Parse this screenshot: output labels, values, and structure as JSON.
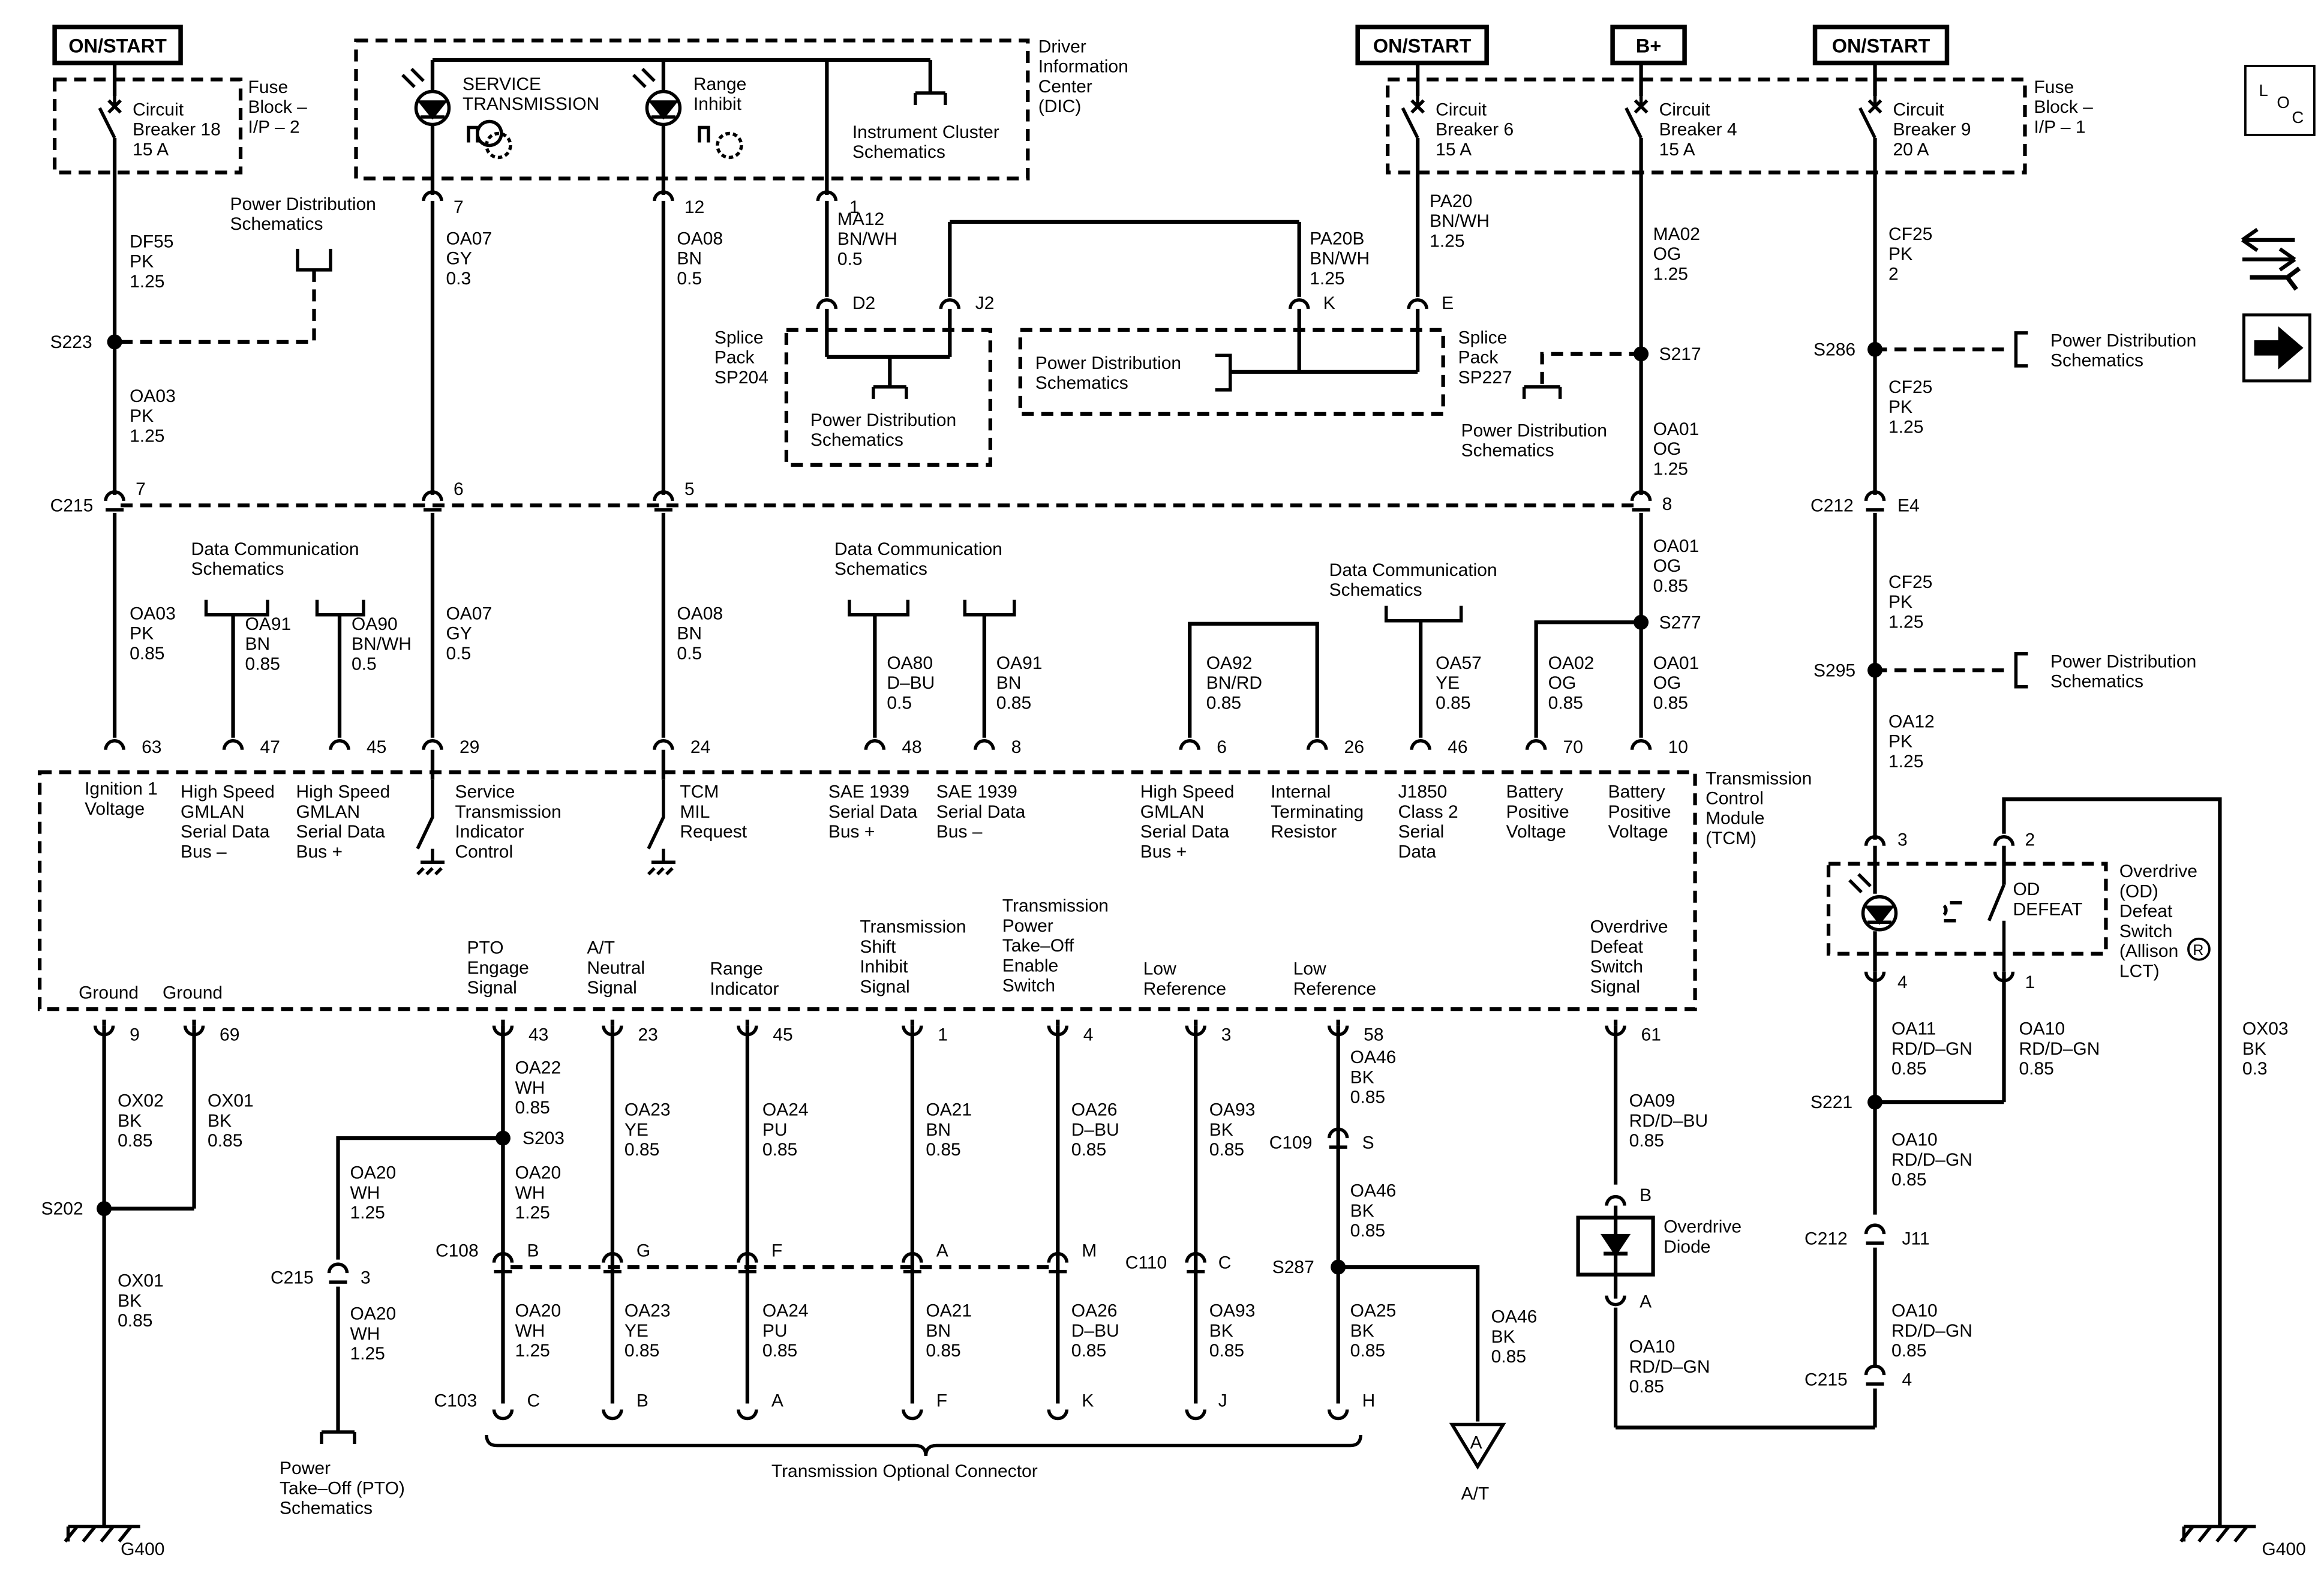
{
  "power_boxes": [
    {
      "key": "on_start_left",
      "label": "ON/START"
    },
    {
      "key": "on_start_mid",
      "label": "ON/START"
    },
    {
      "key": "b_plus",
      "label": "B+"
    },
    {
      "key": "on_start_right",
      "label": "ON/START"
    }
  ],
  "loc_icon": [
    "L",
    "O",
    "C"
  ],
  "labels": [
    {
      "key": "fuse1",
      "lines": [
        "Fuse",
        "Block –",
        "I/P – 2"
      ]
    },
    {
      "key": "cb18",
      "lines": [
        "Circuit",
        "Breaker 18",
        "15 A"
      ]
    },
    {
      "key": "pds1",
      "lines": [
        "Power Distribution",
        "Schematics"
      ]
    },
    {
      "key": "svc_tr",
      "lines": [
        "SERVICE",
        "TRANSMISSION"
      ]
    },
    {
      "key": "rng_inh",
      "lines": [
        "Range",
        "Inhibit"
      ]
    },
    {
      "key": "ic_sch",
      "lines": [
        "Instrument Cluster",
        "Schematics"
      ]
    },
    {
      "key": "dic",
      "lines": [
        "Driver",
        "Information",
        "Center",
        "(DIC)"
      ]
    },
    {
      "key": "w_df55",
      "lines": [
        "DF55",
        "PK",
        "1.25"
      ]
    },
    {
      "key": "w_oa07a",
      "lines": [
        "OA07",
        "GY",
        "0.3"
      ]
    },
    {
      "key": "w_oa08a",
      "lines": [
        "OA08",
        "BN",
        "0.5"
      ]
    },
    {
      "key": "w_ma12",
      "lines": [
        "MA12",
        "BN/WH",
        "0.5"
      ]
    },
    {
      "key": "w_pa20b",
      "lines": [
        "PA20B",
        "BN/WH",
        "1.25"
      ]
    },
    {
      "key": "w_pa20",
      "lines": [
        "PA20",
        "BN/WH",
        "1.25"
      ]
    },
    {
      "key": "w_ma02",
      "lines": [
        "MA02",
        "OG",
        "1.25"
      ]
    },
    {
      "key": "w_cf25a",
      "lines": [
        "CF25",
        "PK",
        "2"
      ]
    },
    {
      "key": "cb6",
      "lines": [
        "Circuit",
        "Breaker 6",
        "15 A"
      ]
    },
    {
      "key": "cb4",
      "lines": [
        "Circuit",
        "Breaker 4",
        "15 A"
      ]
    },
    {
      "key": "cb9",
      "lines": [
        "Circuit",
        "Breaker 9",
        "20 A"
      ]
    },
    {
      "key": "fuse2",
      "lines": [
        "Fuse",
        "Block –",
        "I/P – 1"
      ]
    },
    {
      "key": "sp204",
      "lines": [
        "Splice",
        "Pack",
        "SP204"
      ]
    },
    {
      "key": "pds_sp204",
      "lines": [
        "Power Distribution",
        "Schematics"
      ]
    },
    {
      "key": "pds_sp227",
      "lines": [
        "Power Distribution",
        "Schematics"
      ]
    },
    {
      "key": "sp227",
      "lines": [
        "Splice",
        "Pack",
        "SP227"
      ]
    },
    {
      "key": "pds_s217",
      "lines": [
        "Power Distribution",
        "Schematics"
      ]
    },
    {
      "key": "pds_s286",
      "lines": [
        "Power Distribution",
        "Schematics"
      ]
    },
    {
      "key": "w_cf25b",
      "lines": [
        "CF25",
        "PK",
        "1.25"
      ]
    },
    {
      "key": "w_oa03a",
      "lines": [
        "OA03",
        "PK",
        "1.25"
      ]
    },
    {
      "key": "w_oa01a",
      "lines": [
        "OA01",
        "OG",
        "1.25"
      ]
    },
    {
      "key": "w_oa01b",
      "lines": [
        "OA01",
        "OG",
        "0.85"
      ]
    },
    {
      "key": "w_cf25c",
      "lines": [
        "CF25",
        "PK",
        "1.25"
      ]
    },
    {
      "key": "dcs1",
      "lines": [
        "Data Communication",
        "Schematics"
      ]
    },
    {
      "key": "dcs2",
      "lines": [
        "Data Communication",
        "Schematics"
      ]
    },
    {
      "key": "dcs3",
      "lines": [
        "Data Communication",
        "Schematics"
      ]
    },
    {
      "key": "pds_s295",
      "lines": [
        "Power Distribution",
        "Schematics"
      ]
    },
    {
      "key": "w_oa03b",
      "lines": [
        "OA03",
        "PK",
        "0.85"
      ]
    },
    {
      "key": "w_oa91a",
      "lines": [
        "OA91",
        "BN",
        "0.85"
      ]
    },
    {
      "key": "w_oa90",
      "lines": [
        "OA90",
        "BN/WH",
        "0.5"
      ]
    },
    {
      "key": "w_oa07b",
      "lines": [
        "OA07",
        "GY",
        "0.5"
      ]
    },
    {
      "key": "w_oa08b",
      "lines": [
        "OA08",
        "BN",
        "0.5"
      ]
    },
    {
      "key": "w_oa80",
      "lines": [
        "OA80",
        "D–BU",
        "0.5"
      ]
    },
    {
      "key": "w_oa91b",
      "lines": [
        "OA91",
        "BN",
        "0.85"
      ]
    },
    {
      "key": "w_oa92",
      "lines": [
        "OA92",
        "BN/RD",
        "0.85"
      ]
    },
    {
      "key": "w_oa57",
      "lines": [
        "OA57",
        "YE",
        "0.85"
      ]
    },
    {
      "key": "w_oa02",
      "lines": [
        "OA02",
        "OG",
        "0.85"
      ]
    },
    {
      "key": "w_oa01c",
      "lines": [
        "OA01",
        "OG",
        "0.85"
      ]
    },
    {
      "key": "w_oa12",
      "lines": [
        "OA12",
        "PK",
        "1.25"
      ]
    },
    {
      "key": "tcm_ign",
      "lines": [
        "Ignition 1",
        "Voltage"
      ]
    },
    {
      "key": "tcm_hsm",
      "lines": [
        "High Speed",
        "GMLAN",
        "Serial Data",
        "Bus –"
      ]
    },
    {
      "key": "tcm_hsp",
      "lines": [
        "High Speed",
        "GMLAN",
        "Serial Data",
        "Bus +"
      ]
    },
    {
      "key": "tcm_sti",
      "lines": [
        "Service",
        "Transmission",
        "Indicator",
        "Control"
      ]
    },
    {
      "key": "tcm_mil",
      "lines": [
        "TCM",
        "MIL",
        "Request"
      ]
    },
    {
      "key": "tcm_saep",
      "lines": [
        "SAE 1939",
        "Serial Data",
        "Bus +"
      ]
    },
    {
      "key": "tcm_saem",
      "lines": [
        "SAE 1939",
        "Serial Data",
        "Bus –"
      ]
    },
    {
      "key": "tcm_hsp2",
      "lines": [
        "High Speed",
        "GMLAN",
        "Serial Data",
        "Bus +"
      ]
    },
    {
      "key": "tcm_itr",
      "lines": [
        "Internal",
        "Terminating",
        "Resistor"
      ]
    },
    {
      "key": "tcm_j1850",
      "lines": [
        "J1850",
        "Class 2",
        "Serial",
        "Data"
      ]
    },
    {
      "key": "tcm_bpv1",
      "lines": [
        "Battery",
        "Positive",
        "Voltage"
      ]
    },
    {
      "key": "tcm_bpv2",
      "lines": [
        "Battery",
        "Positive",
        "Voltage"
      ]
    },
    {
      "key": "tcm_name",
      "lines": [
        "Transmission",
        "Control",
        "Module",
        "(TCM)"
      ]
    },
    {
      "key": "od_defeat",
      "lines": [
        "OD",
        "DEFEAT"
      ]
    },
    {
      "key": "od_switch",
      "lines": [
        "Overdrive",
        "(OD)",
        "Defeat",
        "Switch",
        "(Allison",
        "LCT)"
      ]
    },
    {
      "key": "tcm_gnd1",
      "lines": [
        "Ground"
      ]
    },
    {
      "key": "tcm_gnd2",
      "lines": [
        "Ground"
      ]
    },
    {
      "key": "tcm_pto",
      "lines": [
        "PTO",
        "Engage",
        "Signal"
      ]
    },
    {
      "key": "tcm_atn",
      "lines": [
        "A/T",
        "Neutral",
        "Signal"
      ]
    },
    {
      "key": "tcm_rng",
      "lines": [
        "Range",
        "Indicator"
      ]
    },
    {
      "key": "tcm_tsi",
      "lines": [
        "Transmission",
        "Shift",
        "Inhibit",
        "Signal"
      ]
    },
    {
      "key": "tcm_tpto",
      "lines": [
        "Transmission",
        "Power",
        "Take–Off",
        "Enable",
        "Switch"
      ]
    },
    {
      "key": "tcm_lr1",
      "lines": [
        "Low",
        "Reference"
      ]
    },
    {
      "key": "tcm_lr2",
      "lines": [
        "Low",
        "Reference"
      ]
    },
    {
      "key": "tcm_ods",
      "lines": [
        "Overdrive",
        "Defeat",
        "Switch",
        "Signal"
      ]
    },
    {
      "key": "w_oa11",
      "lines": [
        "OA11",
        "RD/D–GN",
        "0.85"
      ]
    },
    {
      "key": "w_oa10a",
      "lines": [
        "OA10",
        "RD/D–GN",
        "0.85"
      ]
    },
    {
      "key": "w_ox03",
      "lines": [
        "OX03",
        "BK",
        "0.3"
      ]
    },
    {
      "key": "w_ox02",
      "lines": [
        "OX02",
        "BK",
        "0.85"
      ]
    },
    {
      "key": "w_ox01a",
      "lines": [
        "OX01",
        "BK",
        "0.85"
      ]
    },
    {
      "key": "w_oa22",
      "lines": [
        "OA22",
        "WH",
        "0.85"
      ]
    },
    {
      "key": "w_oa20a",
      "lines": [
        "OA20",
        "WH",
        "1.25"
      ]
    },
    {
      "key": "w_oa20b",
      "lines": [
        "OA20",
        "WH",
        "1.25"
      ]
    },
    {
      "key": "w_oa23a",
      "lines": [
        "OA23",
        "YE",
        "0.85"
      ]
    },
    {
      "key": "w_oa24a",
      "lines": [
        "OA24",
        "PU",
        "0.85"
      ]
    },
    {
      "key": "w_oa21a",
      "lines": [
        "OA21",
        "BN",
        "0.85"
      ]
    },
    {
      "key": "w_oa26a",
      "lines": [
        "OA26",
        "D–BU",
        "0.85"
      ]
    },
    {
      "key": "w_oa93a",
      "lines": [
        "OA93",
        "BK",
        "0.85"
      ]
    },
    {
      "key": "w_oa46a",
      "lines": [
        "OA46",
        "BK",
        "0.85"
      ]
    },
    {
      "key": "w_oa46b",
      "lines": [
        "OA46",
        "BK",
        "0.85"
      ]
    },
    {
      "key": "w_oa09",
      "lines": [
        "OA09",
        "RD/D–BU",
        "0.85"
      ]
    },
    {
      "key": "od_diode",
      "lines": [
        "Overdrive",
        "Diode"
      ]
    },
    {
      "key": "w_oa10b",
      "lines": [
        "OA10",
        "RD/D–GN",
        "0.85"
      ]
    },
    {
      "key": "w_ox01b",
      "lines": [
        "OX01",
        "BK",
        "0.85"
      ]
    },
    {
      "key": "w_oa20c",
      "lines": [
        "OA20",
        "WH",
        "1.25"
      ]
    },
    {
      "key": "w_oa20d",
      "lines": [
        "OA20",
        "WH",
        "1.25"
      ]
    },
    {
      "key": "w_oa23b",
      "lines": [
        "OA23",
        "YE",
        "0.85"
      ]
    },
    {
      "key": "w_oa24b",
      "lines": [
        "OA24",
        "PU",
        "0.85"
      ]
    },
    {
      "key": "w_oa21b",
      "lines": [
        "OA21",
        "BN",
        "0.85"
      ]
    },
    {
      "key": "w_oa26b",
      "lines": [
        "OA26",
        "D–BU",
        "0.85"
      ]
    },
    {
      "key": "w_oa93b",
      "lines": [
        "OA93",
        "BK",
        "0.85"
      ]
    },
    {
      "key": "w_oa25",
      "lines": [
        "OA25",
        "BK",
        "0.85"
      ]
    },
    {
      "key": "w_oa46c",
      "lines": [
        "OA46",
        "BK",
        "0.85"
      ]
    },
    {
      "key": "w_oa10c",
      "lines": [
        "OA10",
        "RD/D–GN",
        "0.85"
      ]
    },
    {
      "key": "w_oa10d",
      "lines": [
        "OA10",
        "RD/D–GN",
        "0.85"
      ]
    },
    {
      "key": "pto_sch",
      "lines": [
        "Power",
        "Take–Off (PTO)",
        "Schematics"
      ]
    },
    {
      "key": "trans_opt",
      "lines": [
        "Transmission Optional Connector"
      ]
    },
    {
      "key": "at_label",
      "lines": [
        "A/T"
      ]
    },
    {
      "key": "g400_left",
      "lines": [
        "G400"
      ]
    },
    {
      "key": "g400_right",
      "lines": [
        "G400"
      ]
    }
  ],
  "pins": [
    {
      "key": "p7dic",
      "text": "7"
    },
    {
      "key": "p12dic",
      "text": "12"
    },
    {
      "key": "p1dic",
      "text": "1"
    },
    {
      "key": "pD2",
      "text": "D2"
    },
    {
      "key": "pJ2",
      "text": "J2"
    },
    {
      "key": "pK",
      "text": "K"
    },
    {
      "key": "pE",
      "text": "E"
    },
    {
      "key": "c215_7",
      "text": "7"
    },
    {
      "key": "c215_6",
      "text": "6"
    },
    {
      "key": "c215_5",
      "text": "5"
    },
    {
      "key": "c215_8",
      "text": "8"
    },
    {
      "key": "c212_e4",
      "text": "E4"
    },
    {
      "key": "t63",
      "text": "63"
    },
    {
      "key": "t47",
      "text": "47"
    },
    {
      "key": "t45a",
      "text": "45"
    },
    {
      "key": "t29",
      "text": "29"
    },
    {
      "key": "t24",
      "text": "24"
    },
    {
      "key": "t48",
      "text": "48"
    },
    {
      "key": "t8",
      "text": "8"
    },
    {
      "key": "t6",
      "text": "6"
    },
    {
      "key": "t26",
      "text": "26"
    },
    {
      "key": "t46",
      "text": "46"
    },
    {
      "key": "t70",
      "text": "70"
    },
    {
      "key": "t10",
      "text": "10"
    },
    {
      "key": "od3",
      "text": "3"
    },
    {
      "key": "od2",
      "text": "2"
    },
    {
      "key": "od4",
      "text": "4"
    },
    {
      "key": "od1",
      "text": "1"
    },
    {
      "key": "b9",
      "text": "9"
    },
    {
      "key": "b69",
      "text": "69"
    },
    {
      "key": "b43",
      "text": "43"
    },
    {
      "key": "b23",
      "text": "23"
    },
    {
      "key": "b45",
      "text": "45"
    },
    {
      "key": "b1",
      "text": "1"
    },
    {
      "key": "b4",
      "text": "4"
    },
    {
      "key": "b3",
      "text": "3"
    },
    {
      "key": "b58",
      "text": "58"
    },
    {
      "key": "b61",
      "text": "61"
    },
    {
      "key": "c109s",
      "text": "S"
    },
    {
      "key": "c215_3",
      "text": "3"
    },
    {
      "key": "c108b",
      "text": "B"
    },
    {
      "key": "c108g",
      "text": "G"
    },
    {
      "key": "c108f",
      "text": "F"
    },
    {
      "key": "c108a",
      "text": "A"
    },
    {
      "key": "c108m",
      "text": "M"
    },
    {
      "key": "c110c",
      "text": "C"
    },
    {
      "key": "c103c",
      "text": "C"
    },
    {
      "key": "c103b",
      "text": "B"
    },
    {
      "key": "c103a",
      "text": "A"
    },
    {
      "key": "c103f",
      "text": "F"
    },
    {
      "key": "c103k",
      "text": "K"
    },
    {
      "key": "c103j",
      "text": "J"
    },
    {
      "key": "c103h",
      "text": "H"
    },
    {
      "key": "diodeB",
      "text": "B"
    },
    {
      "key": "diodeA",
      "text": "A"
    },
    {
      "key": "c212_j11",
      "text": "J11"
    },
    {
      "key": "c215_4",
      "text": "4"
    },
    {
      "key": "at_tri",
      "text": "A"
    }
  ],
  "splices": [
    {
      "key": "S223",
      "text": "S223"
    },
    {
      "key": "S217",
      "text": "S217"
    },
    {
      "key": "S286",
      "text": "S286"
    },
    {
      "key": "S277",
      "text": "S277"
    },
    {
      "key": "S295",
      "text": "S295"
    },
    {
      "key": "S221",
      "text": "S221"
    },
    {
      "key": "S202",
      "text": "S202"
    },
    {
      "key": "S203",
      "text": "S203"
    },
    {
      "key": "S287",
      "text": "S287"
    }
  ],
  "connectors": [
    {
      "key": "C215a",
      "text": "C215"
    },
    {
      "key": "C212a",
      "text": "C212"
    },
    {
      "key": "C109",
      "text": "C109"
    },
    {
      "key": "C215b",
      "text": "C215"
    },
    {
      "key": "C108",
      "text": "C108"
    },
    {
      "key": "C110",
      "text": "C110"
    },
    {
      "key": "C212b",
      "text": "C212"
    },
    {
      "key": "C103",
      "text": "C103"
    },
    {
      "key": "C215c",
      "text": "C215"
    }
  ],
  "registered_mark": "R"
}
